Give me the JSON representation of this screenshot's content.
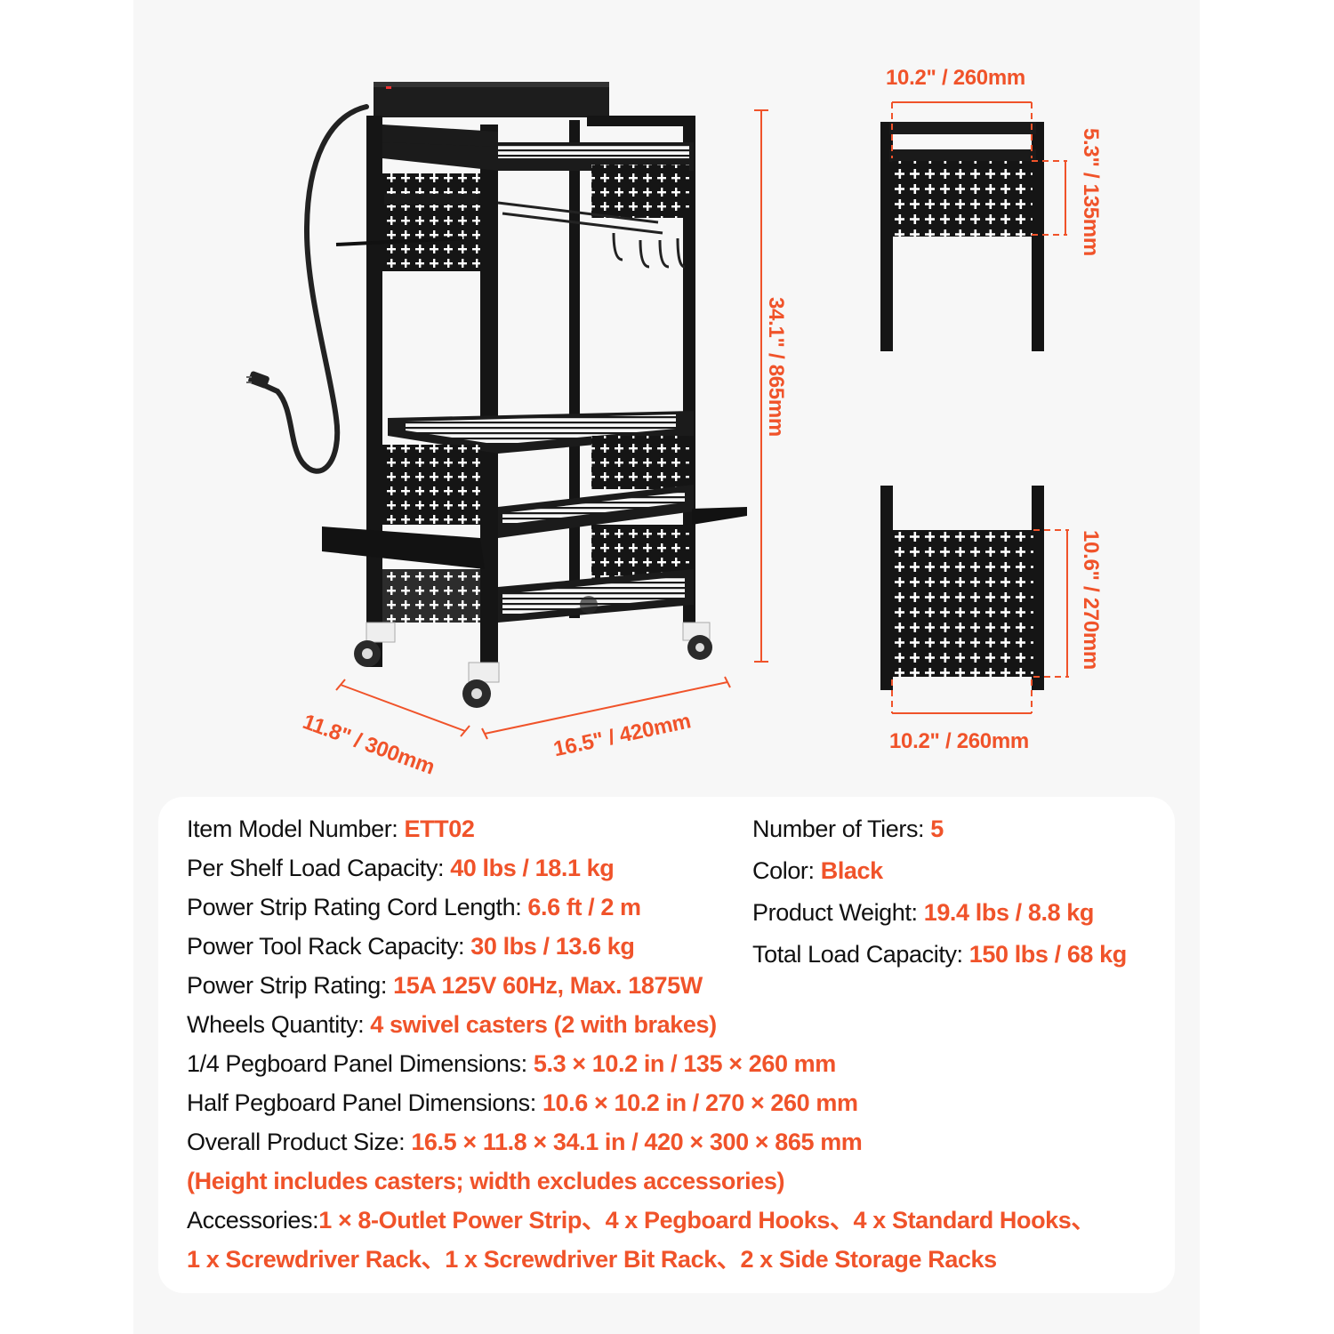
{
  "theme": {
    "accent": "#f0532a",
    "text": "#111111",
    "panel_bg": "#f7f7f7",
    "card_bg": "#ffffff",
    "product": "#1a1a1a"
  },
  "dimensions": {
    "height": "34.1\" / 865mm",
    "depth": "11.8\" / 300mm",
    "width": "16.5\" / 420mm",
    "quarter_panel": {
      "width": "10.2\" / 260mm",
      "height": "5.3\" / 135mm"
    },
    "half_panel": {
      "width": "10.2\" / 260mm",
      "height": "10.6\" / 270mm"
    }
  },
  "specs": {
    "left": [
      {
        "label": "Item Model Number: ",
        "value": "ETT02"
      },
      {
        "label": "Per Shelf Load Capacity: ",
        "value": "40 lbs / 18.1 kg"
      },
      {
        "label": "Power Strip Rating Cord Length: ",
        "value": "6.6 ft / 2 m"
      },
      {
        "label": "Power Tool Rack Capacity: ",
        "value": "30 lbs / 13.6 kg"
      },
      {
        "label": "Power Strip Rating: ",
        "value": "15A 125V 60Hz, Max. 1875W"
      },
      {
        "label": "Wheels Quantity: ",
        "value": "4 swivel casters (2 with brakes)"
      },
      {
        "label": "1/4 Pegboard Panel Dimensions: ",
        "value": "5.3 × 10.2 in / 135 × 260 mm"
      },
      {
        "label": "Half Pegboard Panel Dimensions: ",
        "value": "10.6 × 10.2 in / 270 × 260 mm"
      },
      {
        "label": "Overall Product Size: ",
        "value": "16.5 × 11.8 × 34.1 in / 420 × 300 × 865 mm"
      }
    ],
    "size_note": "(Height includes casters; width excludes accessories)",
    "accessories": {
      "label": "Accessories:",
      "line1": "1 × 8-Outlet Power Strip、4 x Pegboard Hooks、4 x Standard Hooks、",
      "line2": "1 x Screwdriver Rack、1 x Screwdriver Bit Rack、2 x Side Storage Racks"
    },
    "right": [
      {
        "label": "Number of Tiers: ",
        "value": "5"
      },
      {
        "label": "Color: ",
        "value": "Black"
      },
      {
        "label": "Product Weight: ",
        "value": "19.4 lbs / 8.8 kg"
      },
      {
        "label": "Total Load Capacity: ",
        "value": "150 lbs / 68 kg"
      }
    ]
  }
}
